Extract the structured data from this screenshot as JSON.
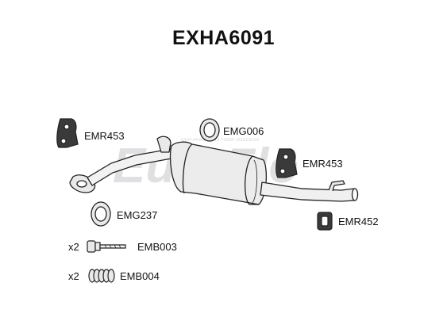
{
  "title": "EXHA6091",
  "watermark": {
    "text": "EuroFlo",
    "tagline": "OUR PASSION IS YOUR SUCCESS",
    "color": "#c8c8cc"
  },
  "parts": {
    "emr453_left": {
      "label": "EMR453",
      "icon": "rubber-hanger-icon"
    },
    "emg006": {
      "label": "EMG006",
      "icon": "gasket-ring-icon"
    },
    "emr453_right": {
      "label": "EMR453",
      "icon": "rubber-hanger-icon"
    },
    "emg237": {
      "label": "EMG237",
      "icon": "gasket-ring-icon"
    },
    "emr452": {
      "label": "EMR452",
      "icon": "rubber-mount-icon"
    },
    "emb003": {
      "label": "EMB003",
      "quantity": "x2",
      "icon": "bolt-icon"
    },
    "emb004": {
      "label": "EMB004",
      "quantity": "x2",
      "icon": "spring-icon"
    }
  },
  "colors": {
    "line": "#222222",
    "part_fill": "#e9e9e9",
    "dark_fill": "#3a3a3a"
  }
}
